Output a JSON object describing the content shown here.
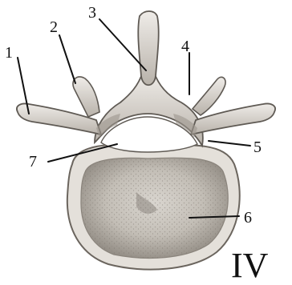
{
  "figure": {
    "vertebra_label": "IV",
    "callouts": [
      {
        "id": "1",
        "text": "1"
      },
      {
        "id": "2",
        "text": "2"
      },
      {
        "id": "3",
        "text": "3"
      },
      {
        "id": "4",
        "text": "4"
      },
      {
        "id": "5",
        "text": "5"
      },
      {
        "id": "6",
        "text": "6"
      },
      {
        "id": "7",
        "text": "7"
      }
    ]
  },
  "colors": {
    "bone_light": "#e9e6e1",
    "bone_mid": "#c9c4bd",
    "bone_shadow": "#7a746d",
    "ink": "#111111"
  }
}
